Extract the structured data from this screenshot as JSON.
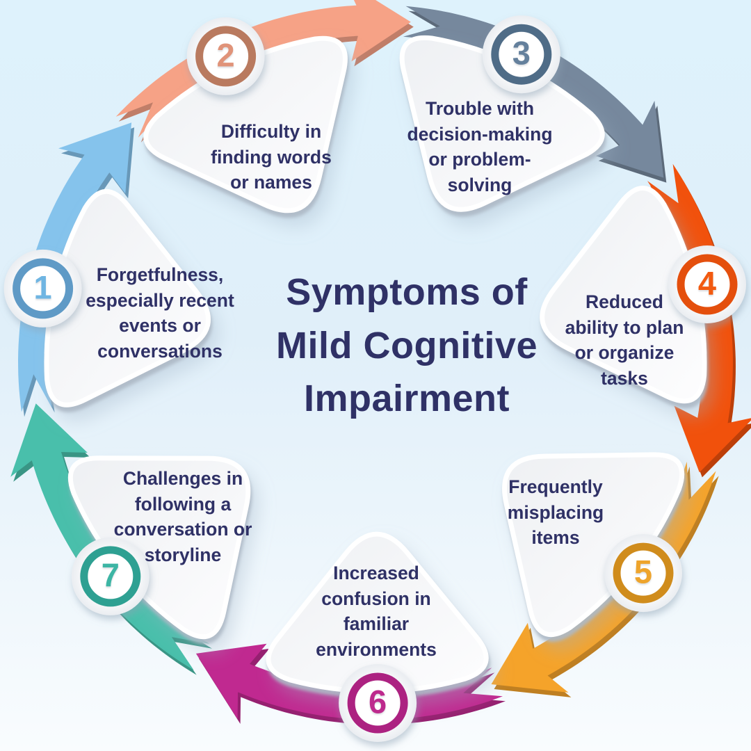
{
  "title": {
    "text": "Symptoms of\nMild Cognitive\nImpairment"
  },
  "segments": [
    {
      "number": "1",
      "label": "Forgetfulness,\nespecially recent\nevents or\nconversations",
      "band_color": "#85c3ec",
      "ring_color": "#5e9ac6",
      "number_color": "#6fb5e2"
    },
    {
      "number": "2",
      "label": "Difficulty in\nfinding words\nor names",
      "band_color": "#f6a286",
      "ring_color": "#b97a5e",
      "number_color": "#e09379"
    },
    {
      "number": "3",
      "label": "Trouble with\ndecision-making\nor problem-\nsolving",
      "band_color": "#76889d",
      "ring_color": "#4f6c87",
      "number_color": "#64809c"
    },
    {
      "number": "4",
      "label": "Reduced\nability to plan\nor organize\ntasks",
      "band_color": "#f1510c",
      "ring_color": "#e4500f",
      "number_color": "#f25a10"
    },
    {
      "number": "5",
      "label": "Frequently\nmisplacing\nitems",
      "band_color": "#f5a32a",
      "ring_color": "#d08c1d",
      "number_color": "#eea42c"
    },
    {
      "number": "6",
      "label": "Increased\nconfusion in\nfamiliar\nenvironments",
      "band_color": "#c02990",
      "ring_color": "#ac2381",
      "number_color": "#bd2a8d"
    },
    {
      "number": "7",
      "label": "Challenges in\nfollowing a\nconversation or\nstoryline",
      "band_color": "#49bfab",
      "ring_color": "#2fa092",
      "number_color": "#3db5a4"
    }
  ],
  "colors": {
    "background_top": "#def2fc",
    "background_mid": "#e0eff9",
    "background_bottom": "#f9fcfe",
    "text": "#2f3166",
    "card_border": "#ffffff"
  }
}
